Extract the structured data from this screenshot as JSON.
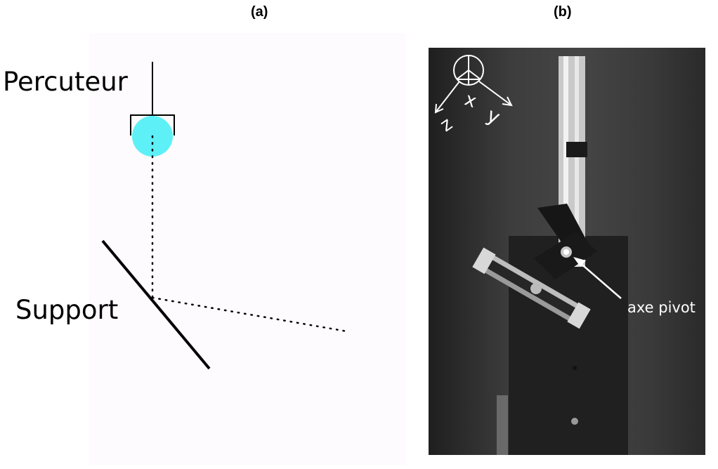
{
  "panel_a": {
    "label": "(a)",
    "percuteur_label": "Percuteur",
    "support_label": "Support",
    "ball_color": "#5ef0f7"
  },
  "panel_b": {
    "label": "(b)",
    "pivot_label": "axe pivot",
    "axis_labels": {
      "x": "x",
      "y": "y",
      "z": "z"
    }
  }
}
